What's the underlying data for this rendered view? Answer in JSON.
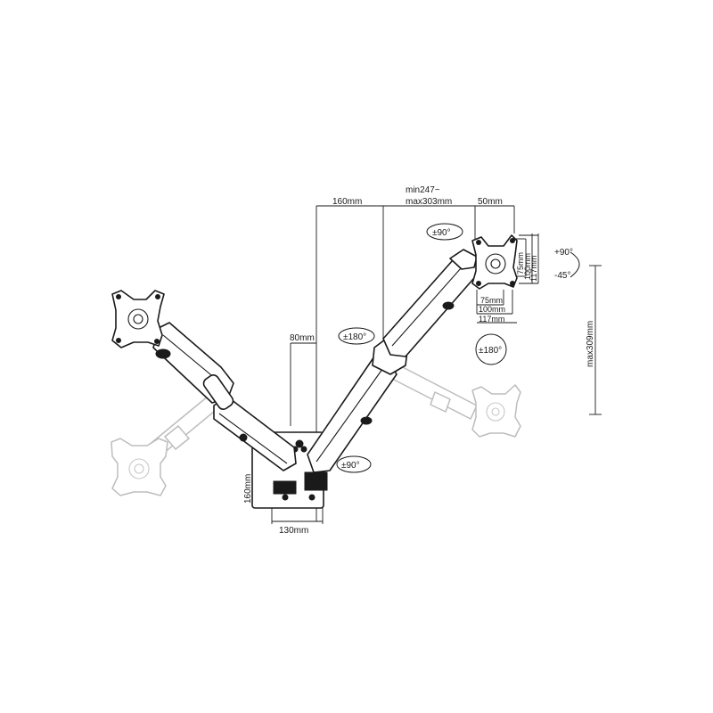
{
  "dimensions": {
    "arm_reach": "160mm",
    "arm_span": "min247~\nmax303mm",
    "head_offset": "50mm",
    "mount_height": "80mm",
    "plate_height": "160mm",
    "plate_width": "130mm",
    "total_height": "max309mm",
    "vesa_75_v": "75mm",
    "vesa_100_v": "100mm",
    "vesa_117_v": "117mm",
    "vesa_75_h": "75mm",
    "vesa_100_h": "100mm",
    "vesa_117_h": "117mm"
  },
  "rotations": {
    "head_swivel": "±90°",
    "tilt_up": "+90°",
    "tilt_down": "-45°",
    "screen_rotate": "±180°",
    "elbow_swivel": "±180°",
    "base_swivel": "±90°"
  }
}
